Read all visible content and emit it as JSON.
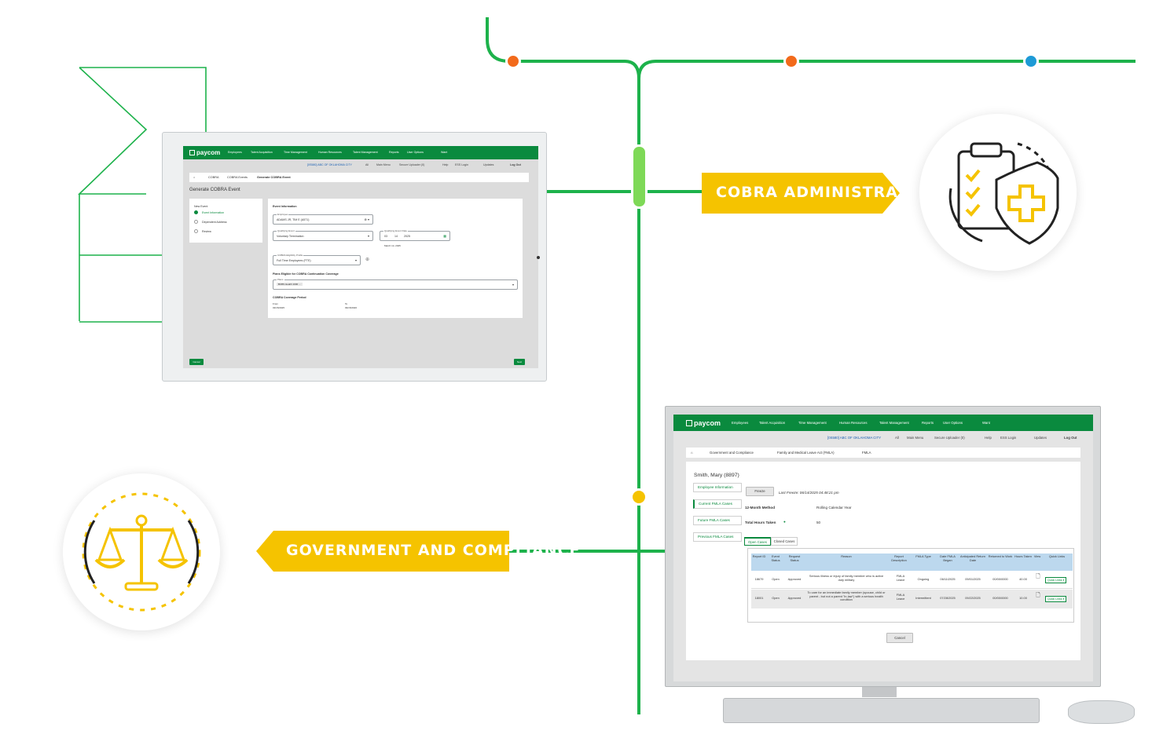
{
  "colors": {
    "green": "#0a8a3e",
    "line_green": "#1db24b",
    "yellow": "#f5c300",
    "orange": "#f26a1b",
    "blue": "#1e9ad6"
  },
  "labels": {
    "cobra": "COBRA ADMINISTRATION",
    "gov": "GOVERNMENT AND COMPLIANCE"
  },
  "icons": {
    "cobra": "clipboard-shield-icon",
    "gov": "scales-of-justice-icon"
  },
  "tablet": {
    "logo": "paycom",
    "nav": [
      "Employees",
      "Talent Acquisition",
      "Time Management",
      "Human Resources",
      "Talent Management",
      "Reports",
      "User Options",
      "Want"
    ],
    "subnav": {
      "company": "[0S580] ABC OF OKLAHOMA CITY",
      "all": "All",
      "main_menu": "Main Menu",
      "uploader": "Secure Uploader (0)",
      "help": "Help",
      "ess": "ESS Login",
      "updates": "Updates",
      "logout": "Log Out"
    },
    "breadcrumb": [
      "COBRA",
      "COBRA Events",
      "Generate COBRA Event"
    ],
    "page_title": "Generate COBRA Event",
    "steps_title": "New Event",
    "steps": [
      "Event Information",
      "Dependent Address",
      "Review"
    ],
    "section_title": "Event Information",
    "employee_label": "Employee",
    "employee_value": "ADAMS JR, TIM E (A571)",
    "qualifying_event_label": "Qualifying Event",
    "qualifying_event_value": "Voluntary Termination",
    "event_date_label": "Qualifying Event Date",
    "event_date": {
      "mm": "03",
      "dd": "14",
      "yyyy": "2025"
    },
    "event_date_hint": "March 14, 2025",
    "eligibility_label": "COBRA Eligibility Profile",
    "eligibility_value": "Full Time Employees (FTE)",
    "plans_title": "Plans Eligible for COBRA Continuation Coverage",
    "plans_label": "Plans",
    "plans_chip": "BCBS Health 1000 ...",
    "coverage_title": "COBRA Coverage Period",
    "from_label": "From",
    "from_value": "03/15/2025",
    "to_label": "To",
    "to_value": "09/15/2026",
    "cancel": "Cancel",
    "next": "Next"
  },
  "monitor": {
    "logo": "paycom",
    "nav": [
      "Employees",
      "Talent Acquisition",
      "Time Management",
      "Human Resources",
      "Talent Management",
      "Reports",
      "User Options",
      "Want"
    ],
    "subnav": {
      "company": "[0S580] ABC OF OKLAHOMA CITY",
      "all": "All",
      "main_menu": "Main Menu",
      "uploader": "Secure Uploader (0)",
      "help": "Help",
      "ess": "ESS Login",
      "updates": "Updates",
      "logout": "Log Out"
    },
    "breadcrumb": [
      "Government and Compliance",
      "Family and Medical Leave Act (FMLA)",
      "FMLA"
    ],
    "employee_name": "Smith, Mary (8897)",
    "tabs": [
      "Employee Information",
      "Current FMLA Cases",
      "Future FMLA Cases",
      "Previous FMLA Cases"
    ],
    "freeze_button": "Freeze",
    "last_freeze": "Last Freeze: 06/14/2025 04:48:21 pm",
    "method_label": "12-Month Method",
    "method_value": "Rolling Calendar Year",
    "hours_label": "Total Hours Taken",
    "hours_value": "50",
    "subtabs": [
      "Open Cases",
      "Closed Cases"
    ],
    "columns": [
      "Report ID",
      "Event Status",
      "Request Status",
      "Reason",
      "Report Description",
      "FMLA Type",
      "Date FMLA Began",
      "Anticipated Return Date",
      "Returned to Work",
      "Hours Taken",
      "View",
      "Quick Links"
    ],
    "rows": [
      [
        "18679",
        "Open",
        "Approved",
        "Serious illness or injury of family member who is active duty military",
        "FMLA Leave",
        "Ongoing",
        "06/11/2025",
        "09/01/2025",
        "00/00/0000",
        "40.00",
        "",
        "Quick Links"
      ],
      [
        "18001",
        "Open",
        "Approved",
        "To care for an immediate family member (spouse, child or parent - but not a parent \"in-law\") with a serious health condition",
        "FMLA Leave",
        "Intermittent",
        "07/28/2025",
        "09/22/2025",
        "00/00/0000",
        "10.00",
        "",
        "Quick Links"
      ]
    ],
    "cancel_button": "Cancel"
  }
}
